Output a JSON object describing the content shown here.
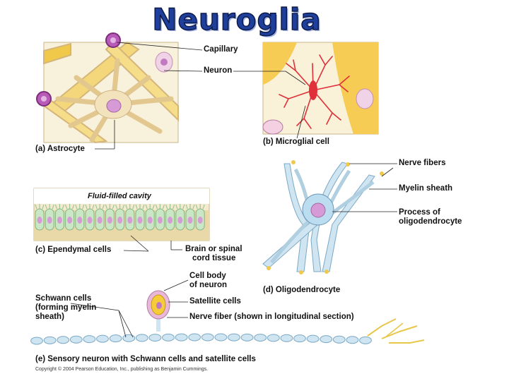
{
  "title": "Neuroglia",
  "panels": {
    "a": {
      "caption": "(a) Astrocyte",
      "labels": {
        "capillary": "Capillary",
        "neuron": "Neuron"
      }
    },
    "b": {
      "caption": "(b) Microglial cell"
    },
    "c_ependymal": {
      "caption": "(c) Ependymal cells",
      "labels": {
        "cavity": "Fluid-filled cavity",
        "brain_1": "Brain or spinal",
        "brain_2": "cord tissue"
      }
    },
    "d": {
      "caption": "(d) Oligodendrocyte",
      "labels": {
        "nerve_fibers": "Nerve fibers",
        "myelin_sheath": "Myelin sheath",
        "process_1": "Process of",
        "process_2": "oligodendrocyte"
      }
    },
    "e": {
      "caption": "(e) Sensory neuron with Schwann cells and satellite cells",
      "labels": {
        "cell_body_1": "Cell body",
        "cell_body_2": "of neuron",
        "satellite": "Satellite cells",
        "schwann_1": "Schwann cells",
        "schwann_2": "(forming myelin",
        "schwann_3": "sheath)",
        "nerve_fiber": "Nerve fiber (shown in longitudinal section)"
      }
    }
  },
  "copyright": "Copyright © 2004 Pearson Education, Inc., publishing as Benjamin Cummings.",
  "colors": {
    "title": "#1f3f9c",
    "astrocyte": "#f2dfb2",
    "capillary": "#f0c84a",
    "nucleus": "#d69ad6",
    "microglia": "#e0303a",
    "ependymal": "#c9e6c5",
    "myelin": "#b8d8ea",
    "oligo_body": "#a8d0ea"
  }
}
